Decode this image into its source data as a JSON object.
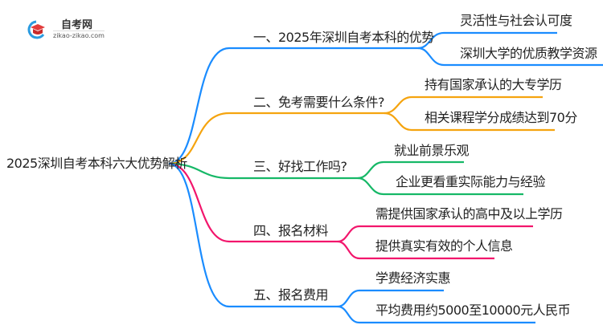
{
  "logo": {
    "name": "自考网",
    "url": "zikao-zikao.com"
  },
  "root": "2025深圳自考本科六大优势解析",
  "colors": {
    "blue": "#1a8cff",
    "orange": "#f5a40f",
    "green": "#16b867",
    "pink": "#f2166c"
  },
  "branches": [
    {
      "label": "一、2025年深圳自考本科的优势",
      "children": [
        "灵活性与社会认可度",
        "深圳大学的优质教学资源"
      ]
    },
    {
      "label": "二、免考需要什么条件?",
      "children": [
        "持有国家承认的大专学历",
        "相关课程学分成绩达到70分"
      ]
    },
    {
      "label": "三、好找工作吗?",
      "children": [
        "就业前景乐观",
        "企业更看重实际能力与经验"
      ]
    },
    {
      "label": "四、报名材料",
      "children": [
        "需提供国家承认的高中及以上学历",
        "提供真实有效的个人信息"
      ]
    },
    {
      "label": "五、报名费用",
      "children": [
        "学费经济实惠",
        "平均费用约5000至10000元人民币"
      ]
    }
  ]
}
